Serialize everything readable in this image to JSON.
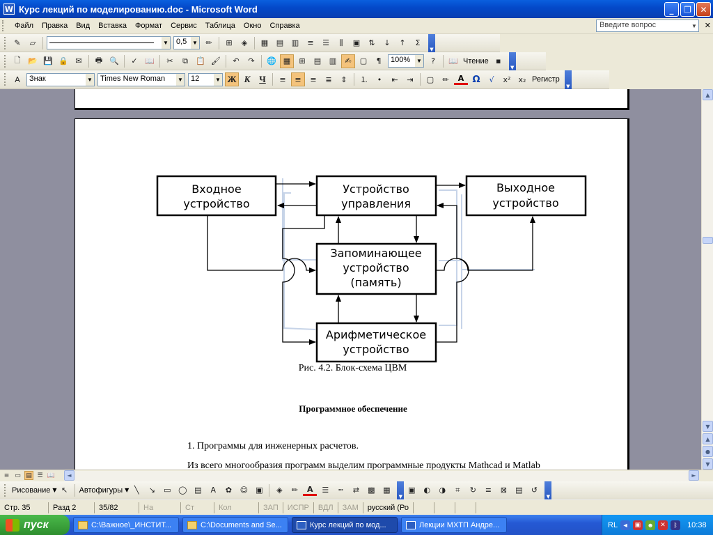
{
  "window": {
    "title": "Курс лекций по моделированию.doc - Microsoft Word",
    "app_icon": "W"
  },
  "menu": [
    "Файл",
    "Правка",
    "Вид",
    "Вставка",
    "Формат",
    "Сервис",
    "Таблица",
    "Окно",
    "Справка"
  ],
  "ask_placeholder": "Введите вопрос",
  "toolbar_tables": {
    "line_weight": "0,5"
  },
  "toolbar_standard": {
    "zoom": "100%",
    "reading": "Чтение"
  },
  "toolbar_format": {
    "style": "Знак",
    "font": "Times New Roman",
    "size": "12",
    "bold": "Ж",
    "italic": "К",
    "underline": "Ч",
    "register": "Регистр",
    "omega": "Ω"
  },
  "diagram": {
    "input": [
      "Входное",
      "устройство"
    ],
    "control": [
      "Устройство",
      "управления"
    ],
    "output": [
      "Выходное",
      "устройство"
    ],
    "memory": [
      "Запоминающее",
      "устройство",
      "(память)"
    ],
    "alu": [
      "Арифметическое",
      "устройство"
    ]
  },
  "document": {
    "caption": "Рис. 4.2. Блок-схема ЦВМ",
    "heading": "Программное обеспечение",
    "item1": "1. Программы для инженерных расчетов.",
    "para_partial": "Из всего многообразия программ выделим программные продукты Mathcad и Matlab"
  },
  "drawbar": {
    "drawing": "Рисование",
    "autoshapes": "Автофигуры"
  },
  "status": {
    "page": "Стр. 35",
    "section": "Разд 2",
    "pages": "35/82",
    "at": "На",
    "line": "Ст",
    "col": "Кол",
    "rec": "ЗАП",
    "trk": "ИСПР",
    "ext": "ВДЛ",
    "ovr": "ЗАМ",
    "lang": "русский (Ро"
  },
  "taskbar": {
    "start": "пуск",
    "tasks": [
      "C:\\Важное\\_ИНСТИТ...",
      "C:\\Documents and Se...",
      "Курс лекций по мод...",
      "Лекции МХТП Андре..."
    ],
    "lang": "RL",
    "time": "10:38"
  }
}
